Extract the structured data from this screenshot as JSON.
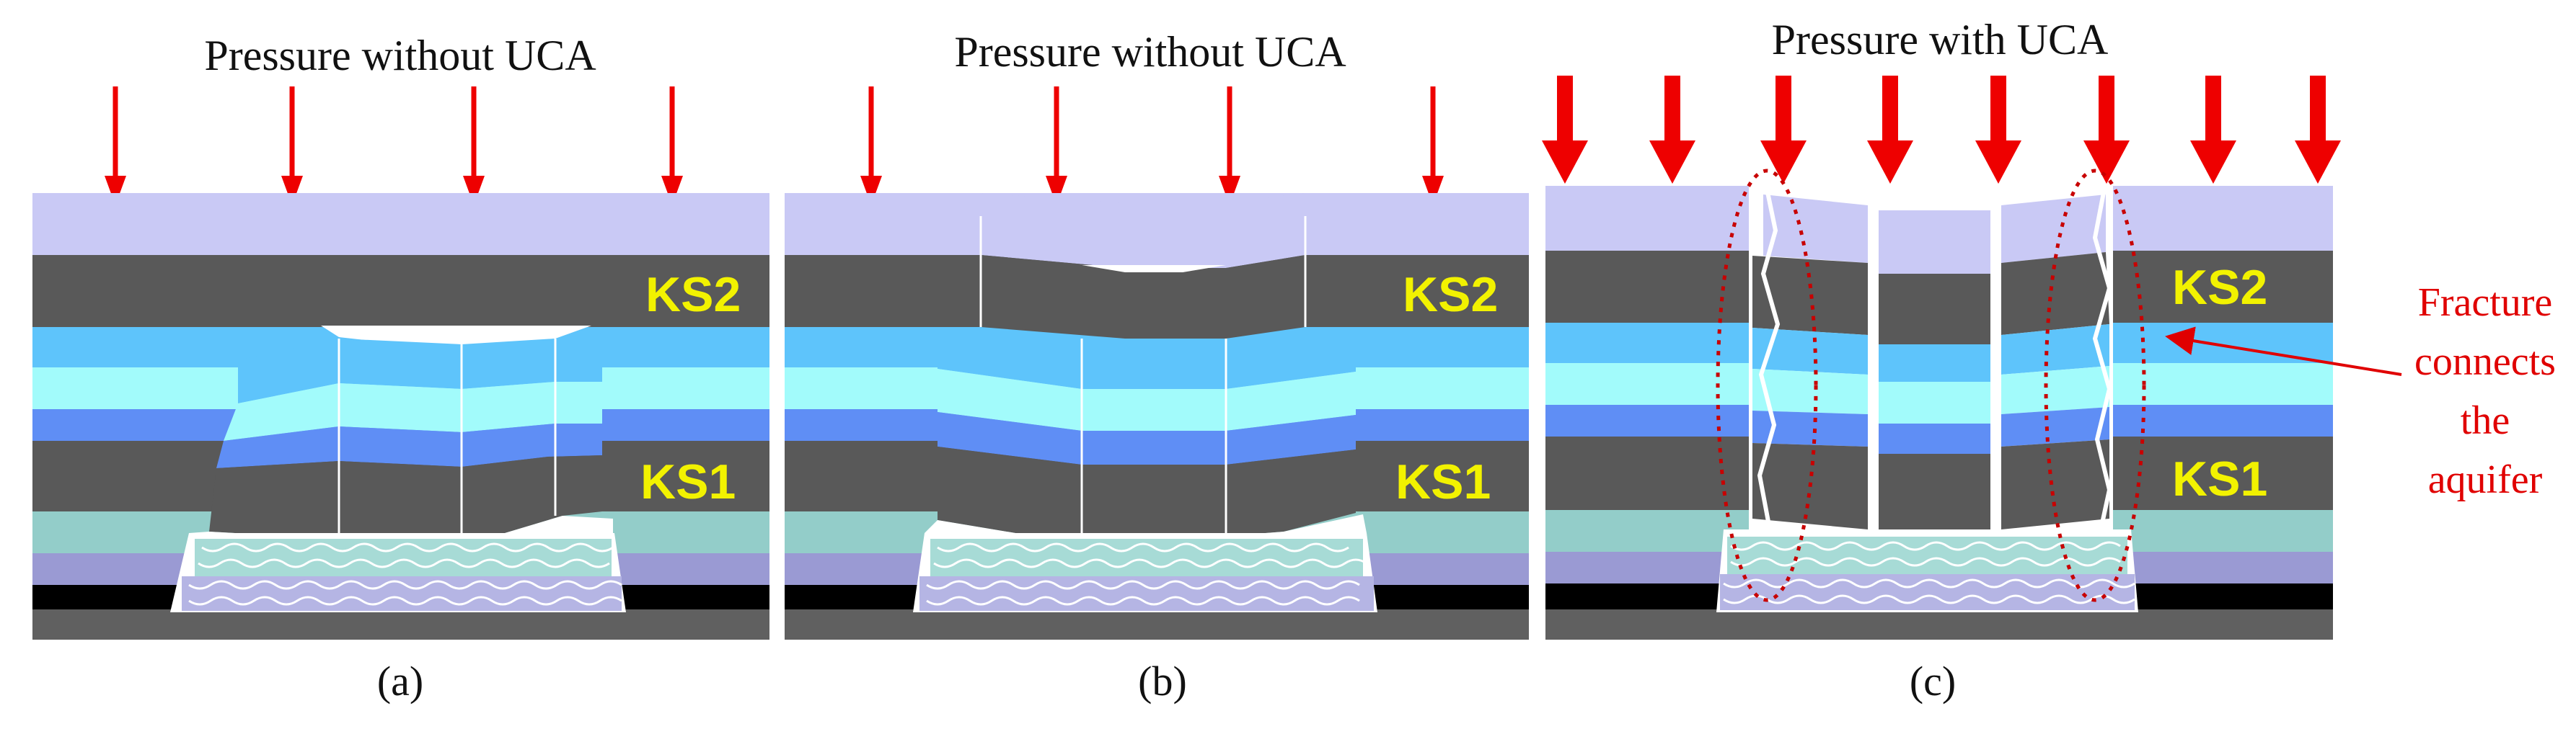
{
  "panels": [
    {
      "id": "a",
      "title": "Pressure without UCA",
      "caption": "(a)",
      "seam_upper": "KS2",
      "seam_lower": "KS1"
    },
    {
      "id": "b",
      "title": "Pressure without UCA",
      "caption": "(b)",
      "seam_upper": "KS2",
      "seam_lower": "KS1"
    },
    {
      "id": "c",
      "title": "Pressure with UCA",
      "caption": "(c)",
      "seam_upper": "KS2",
      "seam_lower": "KS1"
    }
  ],
  "annotation": {
    "lines": [
      "Fracture",
      "connects",
      "the",
      "aquifer"
    ]
  },
  "colors": {
    "pressure_arrow": "#ee0000",
    "top_layer": "#c9c9f5",
    "coal_seam": "#595959",
    "aquifer_blue": "#5ec4fb",
    "aquifer_cyan": "#a2fbfb",
    "aquifer_mid_blue": "#5f8ef5",
    "lower_teal": "#93cdc9",
    "lower_lavender": "#9a9ad3",
    "bottom_black": "#000000",
    "bottom_gray": "#606060",
    "goaf_fill": "#a7dbd6",
    "annotation": "#e00000"
  }
}
